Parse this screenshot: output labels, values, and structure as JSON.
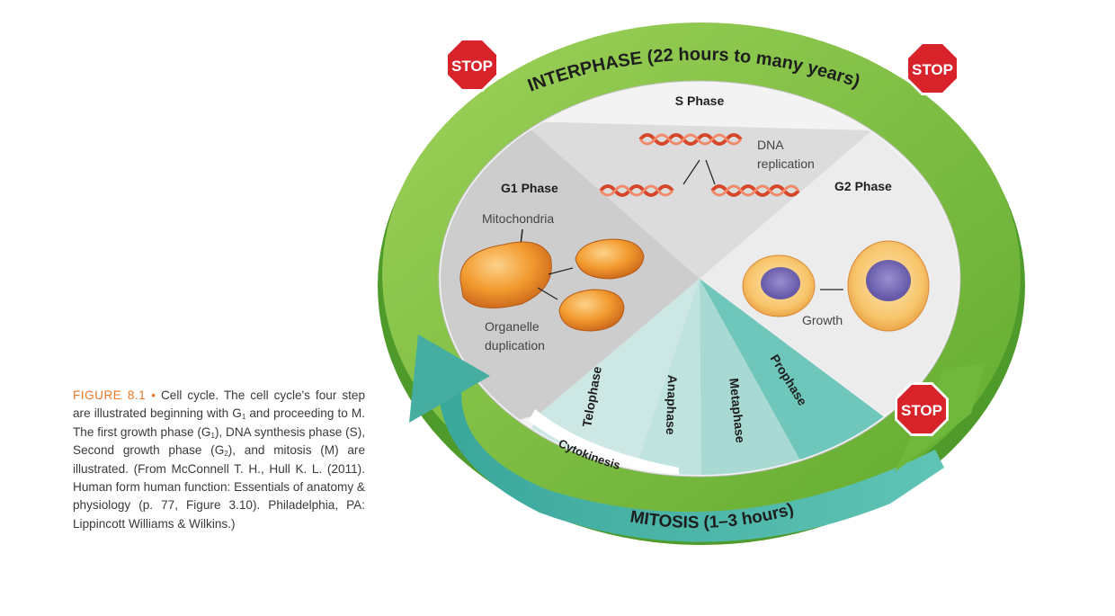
{
  "caption": {
    "figure_label": "FIGURE 8.1",
    "bullet": "•",
    "part1": "Cell cycle. The cell cycle's four step are illustrated beginning with G",
    "sub1": "1",
    "part2": " and proceeding to M. The first growth phase (G",
    "sub2": "1",
    "part3": "), DNA synthesis phase (S), Second growth phase (G",
    "sub3": "2",
    "part4": "), and mitosis (M) are illustrated. (From McConnell T. H., Hull K. L. (2011). Human form human function: Essentials of anatomy & physiology (p. 77, Figure 3.10). Philadelphia, PA: Lippincott Williams & Wilkins.)"
  },
  "diagram": {
    "interphase_label": "INTERPHASE (22 hours to many years)",
    "mitosis_label": "MITOSIS (1–3 hours)",
    "stop_sign": "STOP",
    "s_phase": {
      "title": "S Phase",
      "dna_line1": "DNA",
      "dna_line2": "replication"
    },
    "g1_phase": {
      "title_main": "G",
      "title_sub": "1",
      "title_rest": " Phase",
      "mitochondria": "Mitochondria",
      "organelle_line1": "Organelle",
      "organelle_line2": "duplication"
    },
    "g2_phase": {
      "title_main": "G",
      "title_sub": "2",
      "title_rest": " Phase",
      "growth": "Growth"
    },
    "mitosis_stages": [
      "Telophase",
      "Anaphase",
      "Metaphase",
      "Prophase"
    ],
    "cytokinesis": "Cytokinesis"
  },
  "colors": {
    "ring_green": "#7ec242",
    "ring_dark_green": "#4e9a2a",
    "mitosis_teal": "#3bb3a3",
    "stop_red": "#d8232a",
    "caption_orange": "#e8782a",
    "s_phase_gray": "#d9d9d9",
    "g1_phase_gray": "#cfcfcf",
    "g2_phase_light": "#ececec"
  }
}
